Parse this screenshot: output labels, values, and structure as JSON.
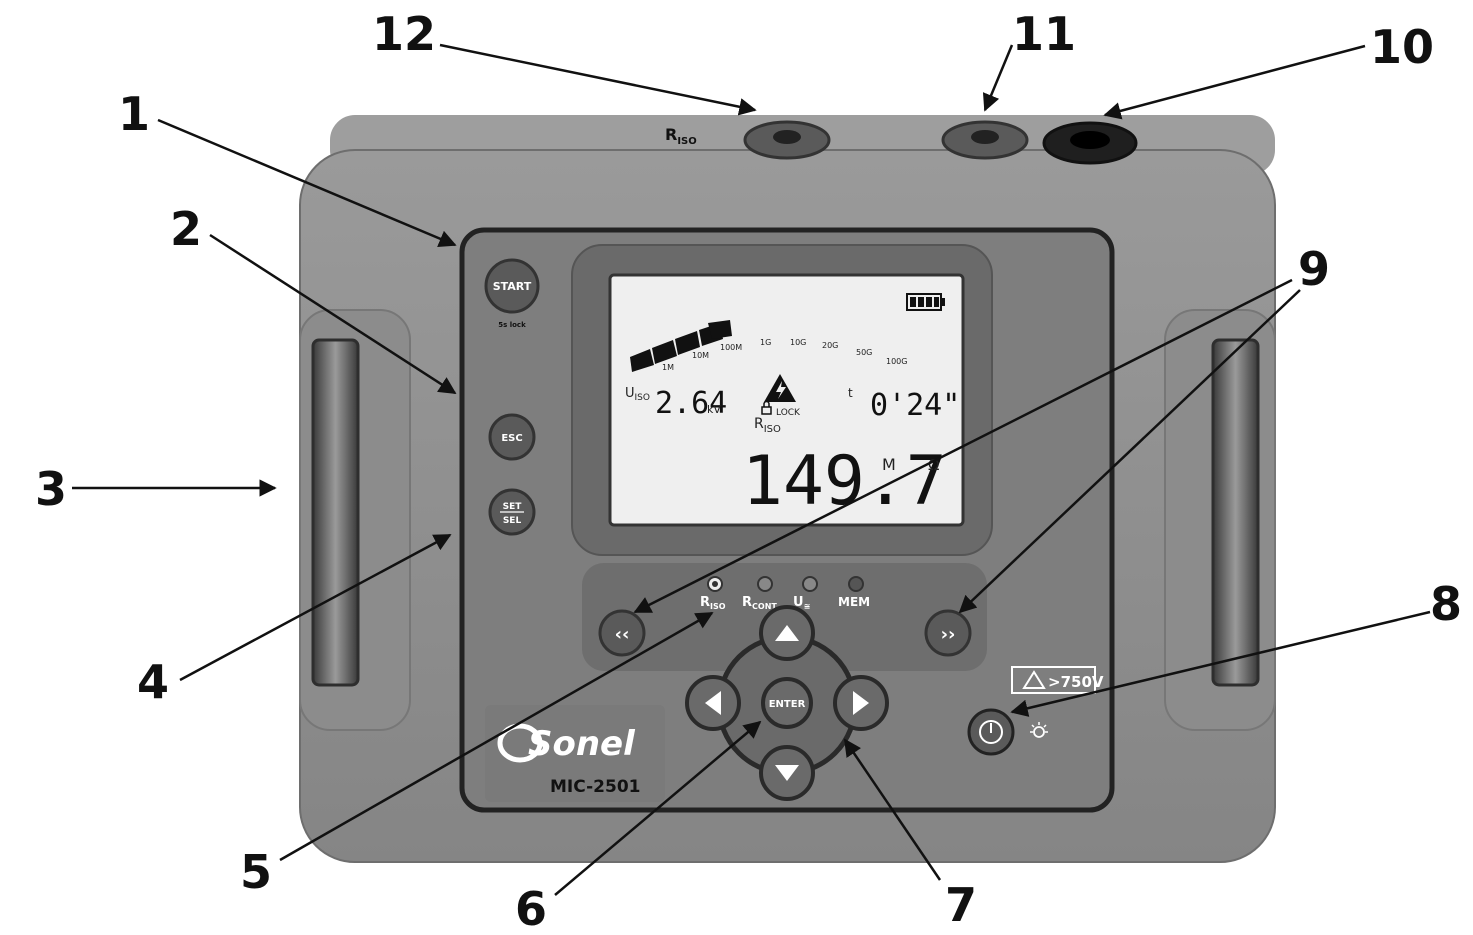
{
  "device": {
    "brand": "Sonel",
    "model": "MIC-2501",
    "top_sockets": {
      "left_label": "R",
      "left_sub": "ISO"
    }
  },
  "buttons": {
    "start": "START",
    "start_sub": "5s lock",
    "esc": "ESC",
    "set_top": "SET",
    "set_bottom": "SEL",
    "enter": "ENTER"
  },
  "modes": {
    "riso": "R",
    "riso_sub": "ISO",
    "rcont": "R",
    "rcont_sub": "CONT",
    "u": "U",
    "u_sub": "≅",
    "mem": "MEM"
  },
  "warning_label": ">750V",
  "lcd": {
    "scale_ticks": [
      "1M",
      "10M",
      "100M",
      "1G",
      "10G",
      "20G",
      "50G",
      "100G"
    ],
    "uiso_label": "U",
    "uiso_sub": "ISO",
    "uiso_value": "2.64",
    "uiso_unit": "kV",
    "lock_label": "LOCK",
    "t_label": "t",
    "t_value": "0'24\"",
    "riso_label": "R",
    "riso_sub": "ISO",
    "main_value": "149.7",
    "main_unit_prefix": "M",
    "main_unit": "Ω"
  },
  "callouts": [
    "1",
    "2",
    "3",
    "4",
    "5",
    "6",
    "7",
    "8",
    "9",
    "10",
    "11",
    "12"
  ],
  "colors": {
    "body": "#8a8a8a",
    "panel": "#7a7a7a",
    "lcd_bg": "#eeeeee",
    "accent_dark": "#3a3a3a"
  }
}
